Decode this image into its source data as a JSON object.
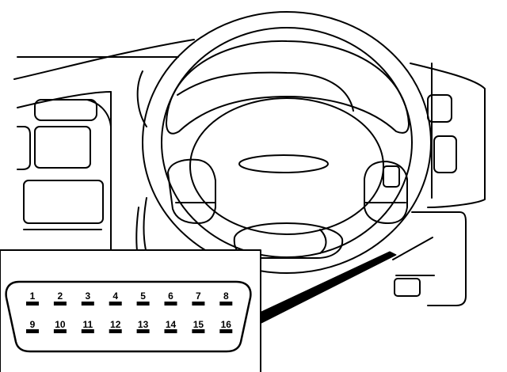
{
  "diagram": {
    "stroke_color": "#000000",
    "background": "#ffffff",
    "connector": {
      "top_row_pins": [
        "1",
        "2",
        "3",
        "4",
        "5",
        "6",
        "7",
        "8"
      ],
      "bottom_row_pins": [
        "9",
        "10",
        "11",
        "12",
        "13",
        "14",
        "15",
        "16"
      ]
    }
  }
}
